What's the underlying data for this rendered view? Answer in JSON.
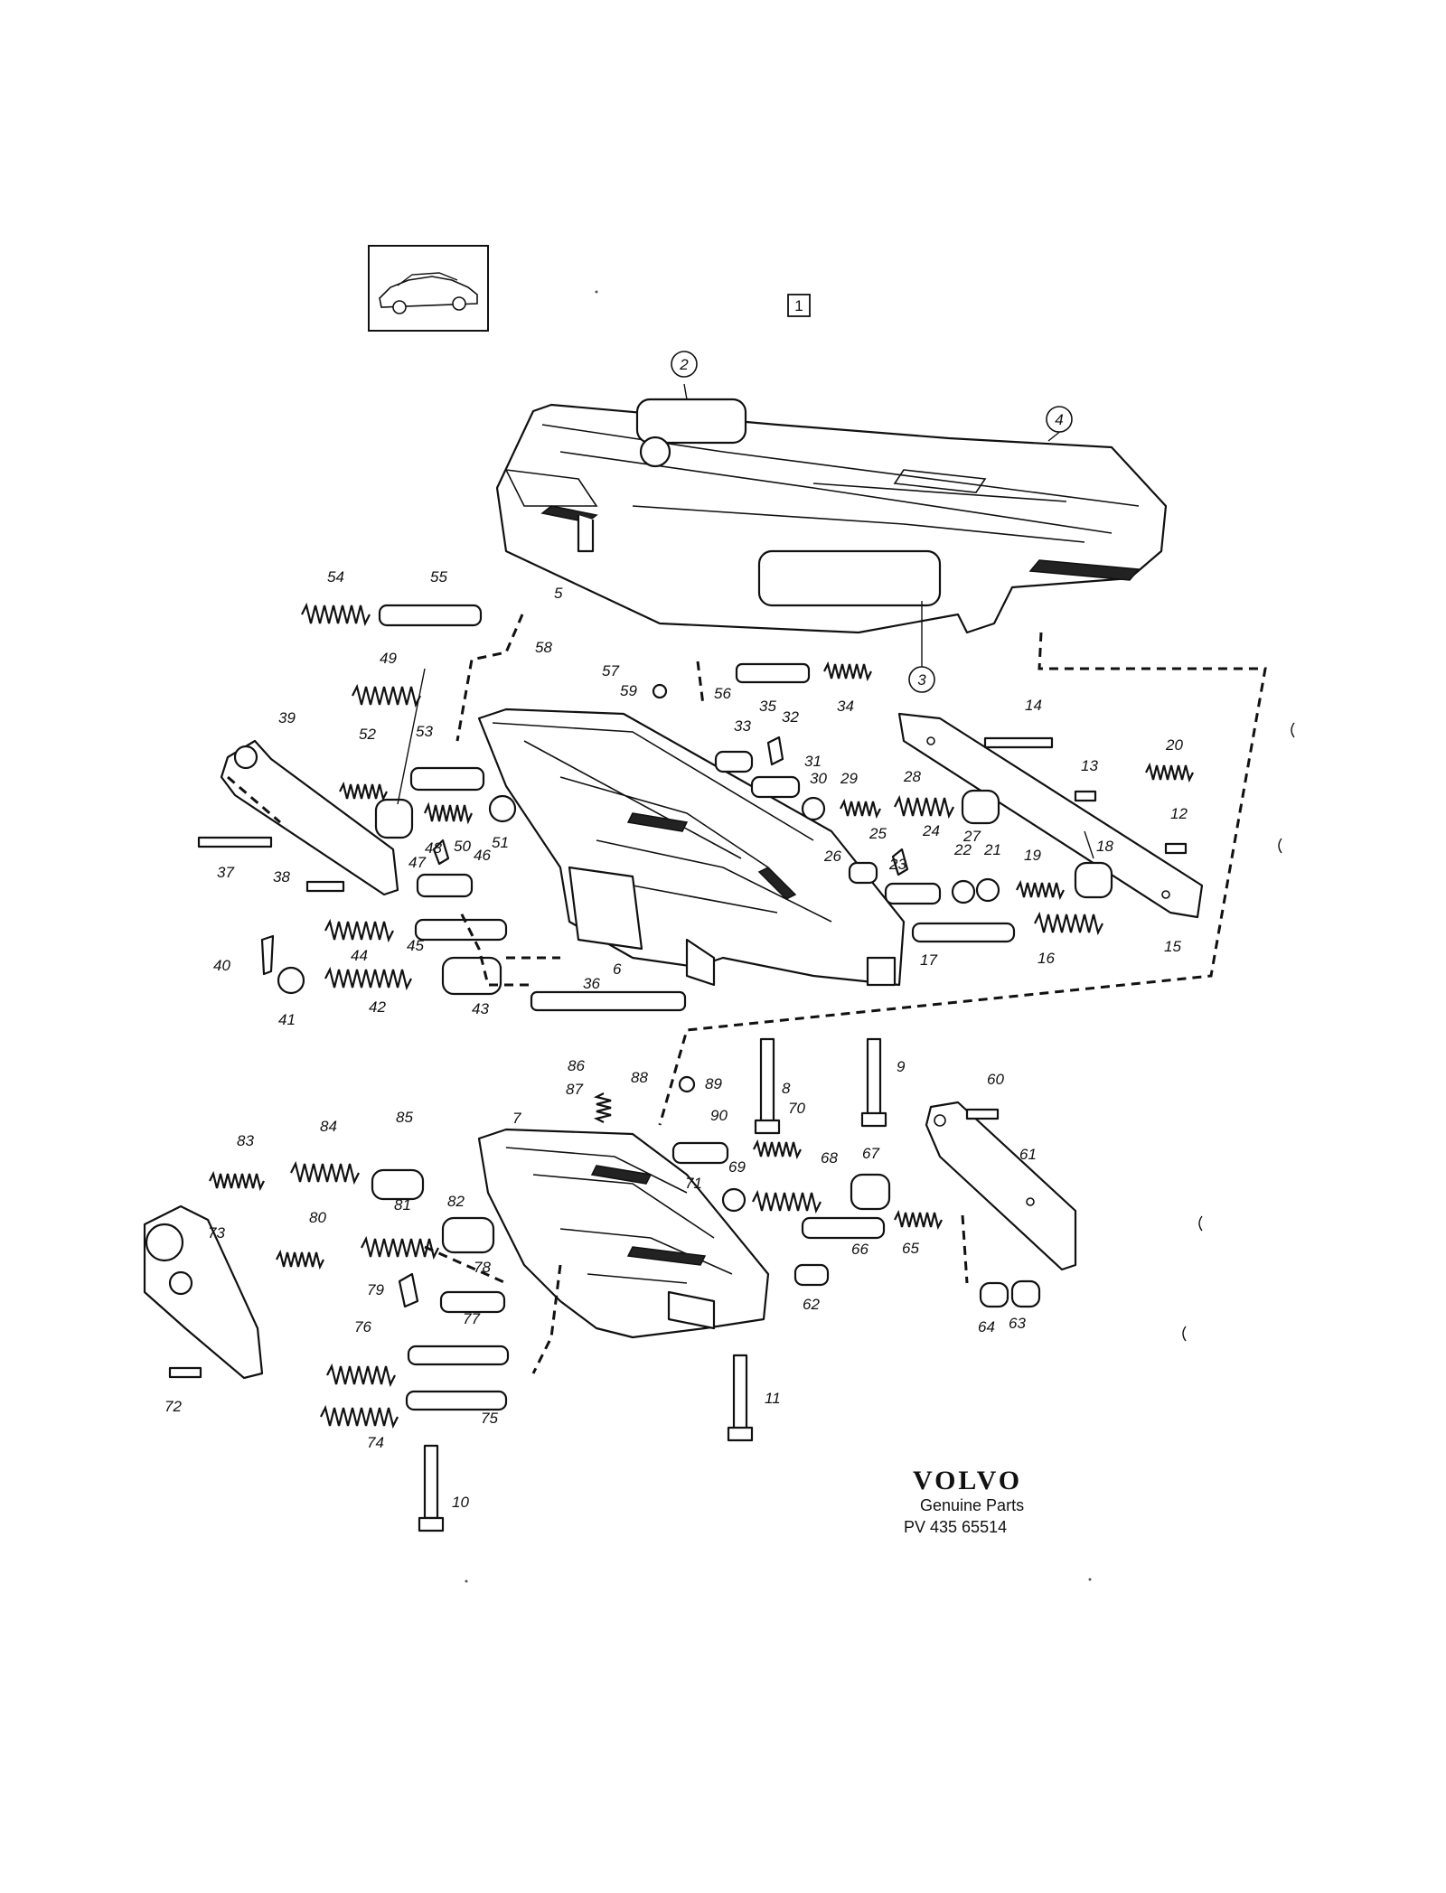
{
  "diagram": {
    "group_number": "1",
    "brand": {
      "name": "VOLVO",
      "subtitle": "Genuine Parts",
      "code": "PV 435 65514"
    },
    "callouts_circled": [
      "2",
      "3",
      "4"
    ],
    "callouts": [
      "5",
      "6",
      "7",
      "8",
      "9",
      "10",
      "11",
      "12",
      "13",
      "14",
      "15",
      "16",
      "17",
      "18",
      "19",
      "20",
      "21",
      "22",
      "23",
      "24",
      "25",
      "26",
      "27",
      "28",
      "29",
      "30",
      "31",
      "32",
      "33",
      "34",
      "35",
      "36",
      "37",
      "38",
      "39",
      "40",
      "41",
      "42",
      "43",
      "44",
      "45",
      "46",
      "47",
      "48",
      "49",
      "50",
      "51",
      "52",
      "53",
      "54",
      "55",
      "56",
      "57",
      "58",
      "59",
      "60",
      "61",
      "62",
      "63",
      "64",
      "65",
      "66",
      "67",
      "68",
      "69",
      "70",
      "71",
      "72",
      "73",
      "74",
      "75",
      "76",
      "77",
      "78",
      "79",
      "80",
      "81",
      "82",
      "83",
      "84",
      "85",
      "86",
      "87",
      "88",
      "89",
      "90"
    ],
    "icons": {
      "car": "car-thumbnail-icon"
    }
  }
}
